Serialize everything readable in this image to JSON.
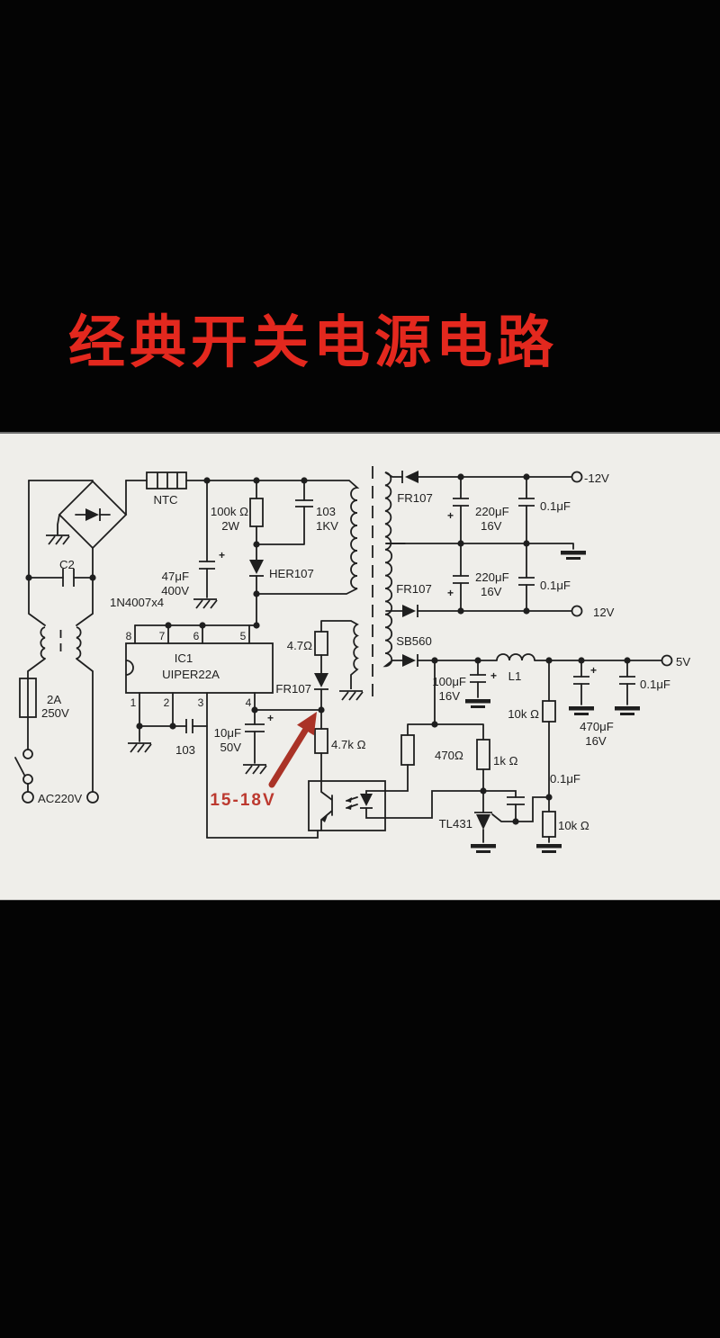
{
  "title": "经典开关电源电路",
  "colors": {
    "accent_red": "#e3281e",
    "annotation_red": "#bc392f",
    "arrow_red": "#aa3327",
    "panel_bg": "#efeeea",
    "ink": "#1f1f1f"
  },
  "schematic": {
    "labels": {
      "ntc": "NTC",
      "bridge": "1N4007x4",
      "c2": "C2",
      "r100k": "100k Ω",
      "r100k_w": "2W",
      "c103hv": "103",
      "c103hv_v": "1KV",
      "c47": "47μF",
      "c47_v": "400V",
      "her107": "HER107",
      "ic1": "IC1",
      "ic_part": "UIPER22A",
      "fuse_a": "2A",
      "fuse_v": "250V",
      "ac": "AC220V",
      "c103": "103",
      "c10": "10μF",
      "c10_v": "50V",
      "r4r7": "4.7Ω",
      "fr107_aux": "FR107",
      "r4k7": "4.7k Ω",
      "note": "15-18V",
      "fr107_neg": "FR107",
      "c220_1": "220μF",
      "c220_1v": "16V",
      "c01_1": "0.1μF",
      "out_neg12": "-12V",
      "fr107_pos": "FR107",
      "c220_2": "220μF",
      "c220_2v": "16V",
      "c01_2": "0.1μF",
      "out_12": "12V",
      "sb560": "SB560",
      "out_5": "5V",
      "c100": "100μF",
      "c100_v": "16V",
      "l1": "L1",
      "r10k_a": "10k Ω",
      "c470": "470μF",
      "c470_v": "16V",
      "c01_3": "0.1μF",
      "r470": "470Ω",
      "r1k": "1k Ω",
      "c01_4": "0.1μF",
      "tl431": "TL431",
      "r10k_b": "10k Ω",
      "plus": "+"
    },
    "ic_pins_top": [
      "8",
      "7",
      "6",
      "5"
    ],
    "ic_pins_bottom": [
      "1",
      "2",
      "3",
      "4"
    ]
  }
}
